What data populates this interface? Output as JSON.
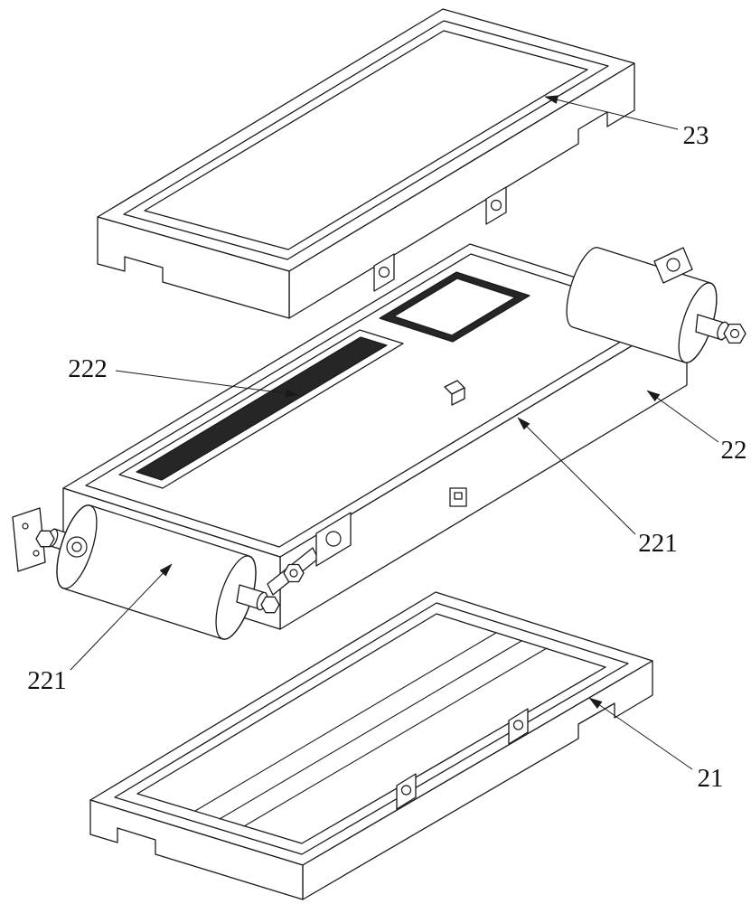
{
  "figure": {
    "type": "patent-exploded-isometric-drawing",
    "description": "Exploded isometric view of a conveyor module: upper cover, roller conveyor frame with belt strip and rollers, lower tray",
    "background_color": "#ffffff",
    "line_color": "#1a1a1a",
    "accent_dark": "#262626",
    "parts": [
      {
        "ref": "23",
        "name": "upper cover"
      },
      {
        "ref": "22",
        "name": "conveyor frame"
      },
      {
        "ref": "222",
        "name": "belt strip"
      },
      {
        "ref": "221",
        "name": "roller"
      },
      {
        "ref": "21",
        "name": "lower tray"
      }
    ],
    "labels": [
      {
        "text": "23"
      },
      {
        "text": "222"
      },
      {
        "text": "22"
      },
      {
        "text": "221"
      },
      {
        "text": "221"
      },
      {
        "text": "21"
      }
    ]
  }
}
